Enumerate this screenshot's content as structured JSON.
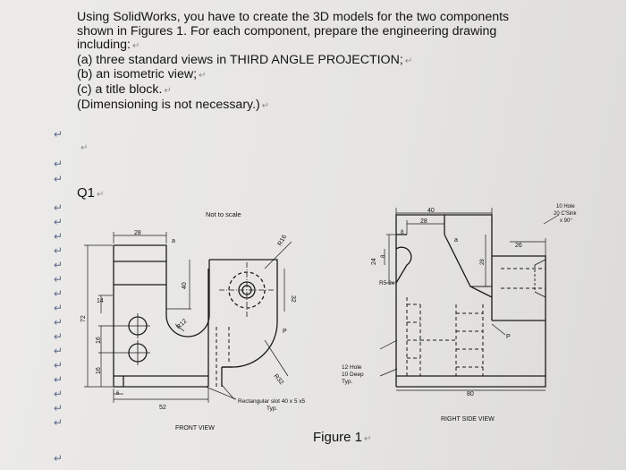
{
  "instructions": {
    "line1": "Using SolidWorks, you have to create the 3D models for the two components",
    "line2": "shown in Figures 1. For each component, prepare the engineering drawing",
    "line3": "including:",
    "item_a": "(a) three standard views in THIRD ANGLE PROJECTION;",
    "item_b": "(b) an isometric view;",
    "item_c": "(c) a title block.",
    "note": "(Dimensioning is not necessary.)"
  },
  "paragraph_mark": "↵",
  "question_label": "Q1",
  "figure_caption": "Figure 1",
  "drawing": {
    "not_to_scale": "Not to scale",
    "front_view_label": "FRONT VIEW",
    "right_side_view_label": "RIGHT SIDE VIEW",
    "dims_front": {
      "d28": "28",
      "a": "a",
      "d40": "40",
      "d72": "72",
      "d14": "14",
      "d16_upper": "16",
      "d16_lower": "16",
      "d6": "6",
      "d52": "52",
      "r12": "R12",
      "r16": "R16",
      "d32": "32",
      "p": "P",
      "r32": "R32"
    },
    "slot_note_line1": "Rectangular slot 40 x 5 x5",
    "slot_note_line2": "Typ.",
    "hole_note_line1": "12 Hole",
    "hole_note_line2": "10 Deep",
    "hole_note_line3": "Typ.",
    "dims_side": {
      "d40": "40",
      "d28": "28",
      "d8_top": "8",
      "a": "a",
      "d24": "24",
      "d8_side": "8",
      "r5": "R5 2x",
      "d28_right": "28",
      "d26": "26",
      "d80": "80",
      "p": "P"
    },
    "csink_note_line1": "10 Hole",
    "csink_note_line2": "20 C'Sink",
    "csink_note_line3": "x 90°"
  },
  "colors": {
    "ink": "#1a1a1a",
    "paper": "#e8e7e5",
    "mark": "#5a6a86"
  }
}
